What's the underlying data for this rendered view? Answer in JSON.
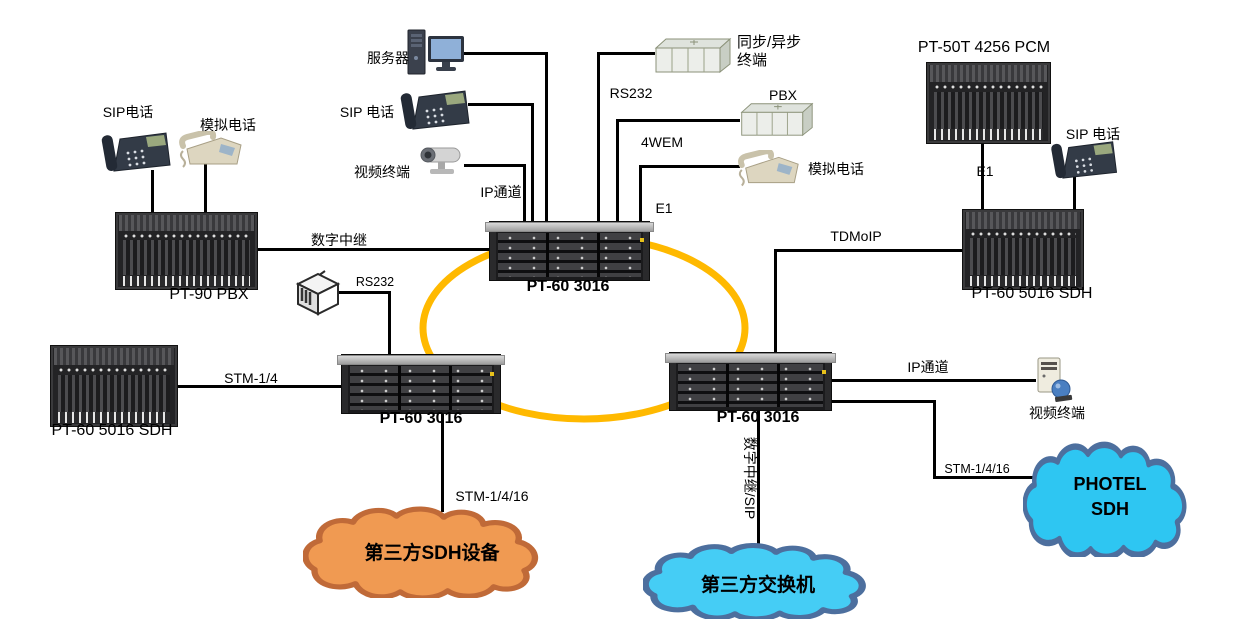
{
  "diagram": {
    "ring_color": "#FFB900",
    "devices": {
      "pt90_pbx": "PT-90 PBX",
      "pt60_3016_top": "PT-60 3016",
      "pt60_3016_left": "PT-60 3016",
      "pt60_3016_right": "PT-60 3016",
      "pt60_5016_left": "PT-60 5016 SDH",
      "pt60_5016_right": "PT-60 5016 SDH",
      "pt50t_pcm": "PT-50T 4256 PCM"
    },
    "endpoints": {
      "sip_phone_top_left": "SIP电话",
      "analog_phone_top_left": "模拟电话",
      "server": "服务器",
      "sip_phone_center": "SIP 电话",
      "video_terminal_center": "视频终端",
      "sync_async_terminal_line1": "同步/异步",
      "sync_async_terminal_line2": "终端",
      "pbx_box": "PBX",
      "analog_phone_right": "模拟电话",
      "sip_phone_right": "SIP 电话",
      "video_terminal_right": "视频终端"
    },
    "link_labels": {
      "digital_trunk": "数字中继",
      "ip_channel_center": "IP通道",
      "rs232_top": "RS232",
      "rs232_mid": "RS232",
      "wem4": "4WEM",
      "e1_center": "E1",
      "e1_right": "E1",
      "tdmoip": "TDMoIP",
      "stm14": "STM-1/4",
      "stm1416_left": "STM-1/4/16",
      "stm1416_right": "STM-1/4/16",
      "digital_trunk_sip": "数字中继/SIP",
      "ip_channel_right": "IP通道"
    },
    "clouds": {
      "third_party_sdh": {
        "label": "第三方SDH设备",
        "fill": "#F09A52",
        "border": "#C06A38"
      },
      "third_party_switch": {
        "label": "第三方交换机",
        "fill": "#45CDF5",
        "border": "#4D6F9E"
      },
      "photel": {
        "label_line1": "PHOTEL",
        "label_line2": "SDH",
        "fill": "#2EC6F2",
        "border": "#4D6F9E"
      }
    },
    "icons": {
      "sip_phone": "sip-desk-phone",
      "analog_phone": "analog-phone",
      "server_pc": "tower-pc-with-monitor",
      "cctv_camera": "cctv-camera",
      "cabinet": "equipment-cabinet-3d",
      "rs232_cube": "cube-device",
      "video_terminal_tower": "video-terminal-tower"
    }
  }
}
